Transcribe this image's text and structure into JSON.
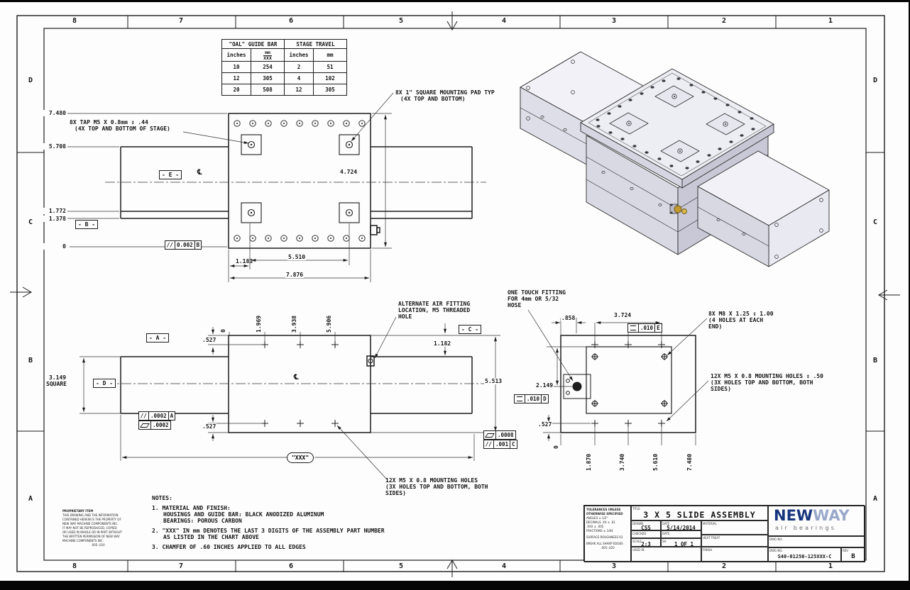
{
  "sheet": {
    "zone_columns": [
      "8",
      "7",
      "6",
      "5",
      "4",
      "3",
      "2",
      "1"
    ],
    "zone_rows": [
      "D",
      "C",
      "B",
      "A"
    ]
  },
  "chart": {
    "col_group_1": "\"OAL\" GUIDE BAR",
    "col_group_2": "STAGE TRAVEL",
    "sub_headers": [
      "inches",
      "mm",
      "XXX",
      "inches",
      "mm"
    ],
    "rows": [
      [
        "10",
        "254",
        "2",
        "51"
      ],
      [
        "12",
        "305",
        "4",
        "102"
      ],
      [
        "20",
        "508",
        "12",
        "305"
      ]
    ]
  },
  "top_view": {
    "dim_7480": "7.480",
    "dim_5708": "5.708",
    "dim_1772": "1.772",
    "dim_1378": "1.378",
    "dim_0": "0",
    "tap_note_1": "8X TAP M5 X 0.8mm ↧ .44",
    "tap_note_2": "(4X TOP AND BOTTOM OF STAGE)",
    "pad_note_1": "8X 1\" SQUARE MOUNTING PAD TYP",
    "pad_note_2": "(4X TOP AND BOTTOM)",
    "datum_e": "- E -",
    "datum_b": "- B -",
    "fcf_parallel": {
      "sym": "//",
      "value": "0.002",
      "datum": "B"
    },
    "dim_4724": "4.724",
    "dim_1183": "1.183",
    "dim_5510": "5.510",
    "dim_7876": "7.876",
    "centerline": "℄"
  },
  "bottom_view": {
    "ordinates": [
      "0",
      "1.969",
      "3.938",
      "5.906"
    ],
    "dim_527_top": ".527",
    "dim_527_bot": ".527",
    "datum_a": "- A -",
    "datum_c": "- C -",
    "datum_d": "- D -",
    "dim_1182": "1.182",
    "dim_5513": "5.513",
    "dim_3149_1": "3.149",
    "dim_3149_2": "SQUARE",
    "fcf_parallel_a": {
      "sym": "//",
      "value": ".0002",
      "datum": "A"
    },
    "fcf_flat": {
      "value": ".0002"
    },
    "ref_xxx": "\"XXX\"",
    "fcf_flat_2": {
      "value": ".0008"
    },
    "fcf_parallel_c": {
      "sym": "//",
      "value": ".001",
      "datum": "C"
    },
    "holes_note_1": "12X M5 X 0.8 MOUNTING HOLES",
    "holes_note_2": "(3X HOLES TOP AND BOTTOM, BOTH",
    "holes_note_3": "SIDES)",
    "alt_note_1": "ALTERNATE AIR FITTING",
    "alt_note_2": "LOCATION, M5 THREADED",
    "alt_note_3": "HOLE",
    "centerline": "℄"
  },
  "end_view": {
    "fitting_note_1": "ONE TOUCH FITTING",
    "fitting_note_2": "FOR 4mm OR 5/32",
    "fitting_note_3": "HOSE",
    "dim_858": ".858",
    "dim_3724": "3.724",
    "fcf_e": {
      "value": ".010",
      "datum": "E"
    },
    "dim_2149": "2.149",
    "fcf_d": {
      "value": ".010",
      "datum": "D"
    },
    "dim_527": ".527",
    "dim_0": "0",
    "ordinates": [
      "1.870",
      "3.740",
      "5.610",
      "7.480"
    ],
    "m8_note_1": "8X M8 X 1.25 ↧ 1.00",
    "m8_note_2": "(4 HOLES AT EACH",
    "m8_note_3": "END)",
    "m5_note_1": "12X M5 X 0.8 MOUNTING HOLES ↧ .50",
    "m5_note_2": "(3X HOLES TOP AND BOTTOM, BOTH",
    "m5_note_3": "SIDES)"
  },
  "notes": {
    "heading": "NOTES:",
    "n1": "1.  MATERIAL AND FINISH:",
    "n1a": "HOUSINGS AND GUIDE BAR: BLACK ANODIZED ALUMINUM",
    "n1b": "BEARINGS: POROUS CARBON",
    "n2": "2.  \"XXX\" IN mm DENOTES THE LAST 3 DIGITS OF THE ASSEMBLY PART NUMBER",
    "n2a": "AS LISTED IN THE CHART ABOVE",
    "n3": "3.  CHAMFER OF .60 INCHES APPLIED TO ALL EDGES"
  },
  "title_block": {
    "tolerance_lines": [
      "TOLERANCES UNLESS",
      "OTHERWISE SPECIFIED",
      "ANGLES ± 1/2°",
      "DECIMALS .XX ± .01",
      ".XXX ± .005",
      "FRACTIONS ± 1/64",
      "SURFACE ROUGHNESS 63",
      "BREAK ALL SHARP EDGES",
      ".005-.020"
    ],
    "title_label": "TITLE",
    "title": "3 X 5 SLIDE ASSEMBLY",
    "drawn_label": "DRAWN",
    "drawn": "CSS",
    "date_label": "DATE",
    "date": "5/14/2014",
    "material_label": "MATERIAL",
    "checked_label": "CHECKED",
    "date2_label": "DATE",
    "heat_treat_label": "HEAT TREAT",
    "scale_label": "SCALE",
    "scale": "2:3",
    "sheet_label": "SH",
    "sheet": "1 OF 1",
    "used_in_label": "USED IN",
    "finish_label": "FINISH",
    "dwg_no_label": "DWG NO.",
    "dwg_no": "S40-01250-125XXX-C",
    "rev_label": "REV",
    "rev": "B"
  },
  "logo": {
    "part1": "NEW",
    "part2": "WAY",
    "tagline": "air bearings"
  },
  "proprietary_lines": [
    "PROPRIETARY ITEM",
    "THIS DRAWING AND THE INFORMATION",
    "CONTAINED HEREIN IS THE PROPERTY OF",
    "NEW WAY MACHINE COMPONENTS INC.",
    "IT MAY NOT BE REPRODUCED, COPIED",
    "OR USED IN WHOLE OR IN PART WITHOUT",
    "THE WRITTEN PERMISSION OF NEW WAY",
    "MACHINE COMPONENTS INC.",
    ".005-.020"
  ],
  "colors": {
    "line": "#1a1a1a",
    "logo_dark": "#16357e",
    "logo_light": "#9aa9ca",
    "brass": "#c49a2f"
  }
}
